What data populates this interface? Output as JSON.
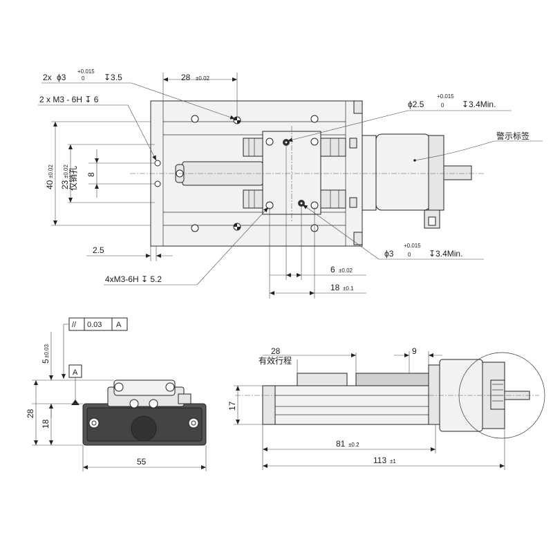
{
  "top_view": {
    "callout_pin_holes": {
      "qty": "2x",
      "sym": "ϕ3",
      "tol_up": "+0.015",
      "tol_lo": "0",
      "depth": "↧3.5"
    },
    "callout_m3_side": "2 x  M3 - 6H ↧ 6",
    "dim_28": "28",
    "dim_28_tol": "±0.02",
    "callout_top_pin": {
      "sym": "ϕ2.5",
      "tol_up": "+0.015",
      "tol_lo": "0",
      "depth": "↧3.4Min."
    },
    "label_warning": "警示标签",
    "dim_40": "40",
    "dim_40_tol": "±0.02",
    "dim_23": "23",
    "dim_23_tol": "±0.02",
    "dim_8": "8",
    "label_pin_only": "仅销孔",
    "dim_2_5": "2.5",
    "callout_bottom_pin": {
      "sym": "ϕ3",
      "tol_up": "+0.015",
      "tol_lo": "0",
      "depth": "↧3.4Min."
    },
    "callout_m3_carriage": "4xM3-6H ↧ 5.2",
    "dim_6": "6",
    "dim_6_tol": "±0.02",
    "dim_18": "18",
    "dim_18_tol": "±0.1"
  },
  "end_view": {
    "gdt_symbol": "//",
    "gdt_value": "0.03",
    "gdt_datum": "A",
    "datum_label": "A",
    "dim_5": "5",
    "dim_5_tol": "±0.03",
    "dim_28": "28",
    "dim_18": "18",
    "dim_55": "55"
  },
  "side_view": {
    "dim_28": "28",
    "label_stroke": "有效行程",
    "dim_9": "9",
    "dim_17": "17",
    "dim_81": "81",
    "dim_81_tol": "±0.2",
    "dim_113": "113",
    "dim_113_tol": "±1"
  }
}
